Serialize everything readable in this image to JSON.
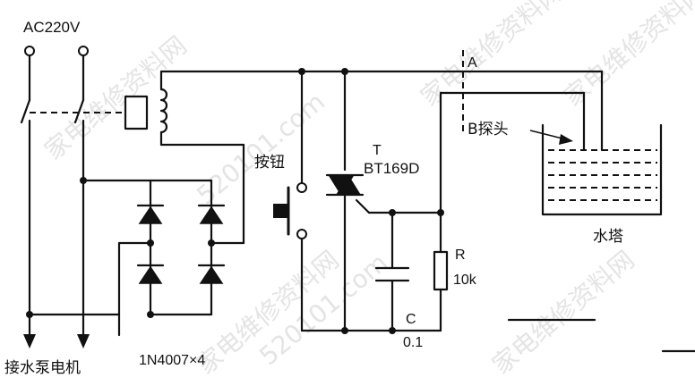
{
  "watermark": {
    "text_cn": "家电维修资料网",
    "text_url": "520101.com"
  },
  "labels": {
    "supply": "AC220V",
    "button": "按钮",
    "triac_ref": "T",
    "triac_part": "BT169D",
    "point_a": "A",
    "probe": "B探头",
    "tower": "水塔",
    "resistor_ref": "R",
    "resistor_val": "10k",
    "cap_ref": "C",
    "cap_val": "0.1",
    "pump": "接水泵电机",
    "diodes": "1N4007×4"
  },
  "colors": {
    "ink": "#111111",
    "background": "#ffffff",
    "watermark": "#cfcfcf"
  }
}
